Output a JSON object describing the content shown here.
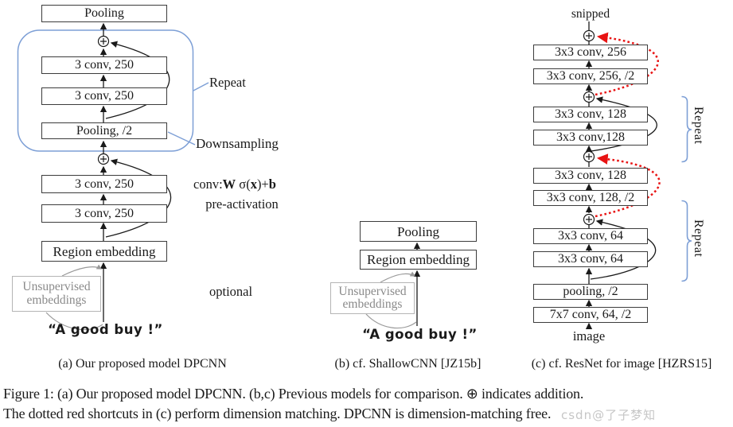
{
  "accent_colors": {
    "container_blue": "#7d9fd6",
    "shortcut_red": "#e81313",
    "muted_gray": "#9a9a9a",
    "line_black": "#1a1a1a"
  },
  "panel_a": {
    "caption": "(a)  Our proposed model DPCNN",
    "pooling_top": "Pooling",
    "conv1": "3 conv, 250",
    "conv2": "3 conv, 250",
    "pooling_half": "Pooling, /2",
    "conv3": "3 conv, 250",
    "conv4": "3 conv, 250",
    "region_embedding": "Region embedding",
    "unsupervised_line1": "Unsupervised",
    "unsupervised_line2": "embeddings",
    "input_quote": "“A good buy !”",
    "repeat_label": "Repeat",
    "downsampling_label": "Downsampling",
    "formula": {
      "prefix": "conv:",
      "w": "W",
      "sigma": " σ(",
      "x": "x",
      "close": ")+",
      "b": "b"
    },
    "pre_activation_label": "pre-activation",
    "optional_label": "optional"
  },
  "panel_b": {
    "caption": "(b)  cf. ShallowCNN [JZ15b]",
    "pooling": "Pooling",
    "region_embedding": "Region embedding",
    "unsupervised_line1": "Unsupervised",
    "unsupervised_line2": "embeddings",
    "input_quote": "“A good buy !”"
  },
  "panel_c": {
    "caption": "(c)  cf. ResNet for image [HZRS15]",
    "snipped_label": "snipped",
    "boxes": [
      "3x3 conv, 256",
      "3x3 conv, 256, /2",
      "3x3 conv, 128",
      "3x3 conv,128",
      "3x3 conv, 128",
      "3x3 conv, 128, /2",
      "3x3 conv, 64",
      "3x3 conv, 64",
      "pooling, /2",
      "7x7 conv, 64, /2"
    ],
    "image_label": "image",
    "repeat_label_top": "Repeat",
    "repeat_label_bottom": "Repeat"
  },
  "figure_caption": {
    "line1": "Figure 1:  (a) Our proposed model DPCNN. (b,c) Previous models for comparison.  ⊕ indicates addition.",
    "line2": "The dotted red shortcuts in (c) perform dimension matching. DPCNN is dimension-matching free."
  },
  "watermark": "csdn@了子梦知"
}
